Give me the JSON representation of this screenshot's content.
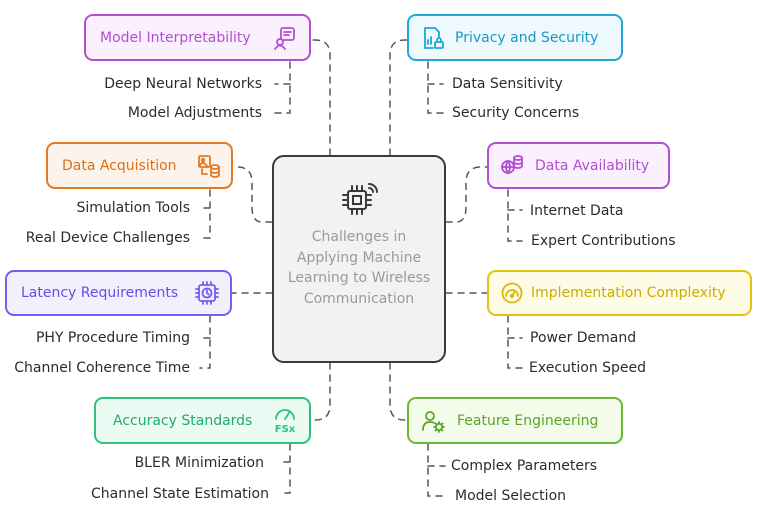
{
  "center": {
    "title": "Challenges in Applying Machine Learning to Wireless Communication"
  },
  "colors": {
    "purple": "#b24fd0",
    "blue": "#1fa8d6",
    "orange": "#e07b25",
    "indigo": "#7a5cf0",
    "yellow": "#e0c30e",
    "green": "#2fc07a",
    "lime": "#6ab832",
    "center_border": "#3a3a3a"
  },
  "branches": [
    {
      "label": "Model Interpretability",
      "icon": "document-chat-icon",
      "items": [
        "Deep Neural Networks",
        "Model Adjustments"
      ]
    },
    {
      "label": "Privacy and Security",
      "icon": "lock-chart-icon",
      "items": [
        "Data Sensitivity",
        "Security Concerns"
      ]
    },
    {
      "label": "Data Acquisition",
      "icon": "image-database-icon",
      "items": [
        "Simulation Tools",
        "Real Device Challenges"
      ]
    },
    {
      "label": "Data Availability",
      "icon": "globe-database-icon",
      "items": [
        "Internet Data",
        "Expert Contributions"
      ]
    },
    {
      "label": "Latency Requirements",
      "icon": "chip-timer-icon",
      "items": [
        "PHY Procedure Timing",
        "Channel Coherence Time"
      ]
    },
    {
      "label": "Implementation Complexity",
      "icon": "gauge-icon",
      "items": [
        "Power Demand",
        "Execution Speed"
      ]
    },
    {
      "label": "Accuracy Standards",
      "icon": "fsx-gauge-icon",
      "items": [
        "BLER Minimization",
        "Channel State Estimation"
      ]
    },
    {
      "label": "Feature Engineering",
      "icon": "person-settings-icon",
      "items": [
        "Complex Parameters",
        "Model Selection"
      ]
    }
  ]
}
